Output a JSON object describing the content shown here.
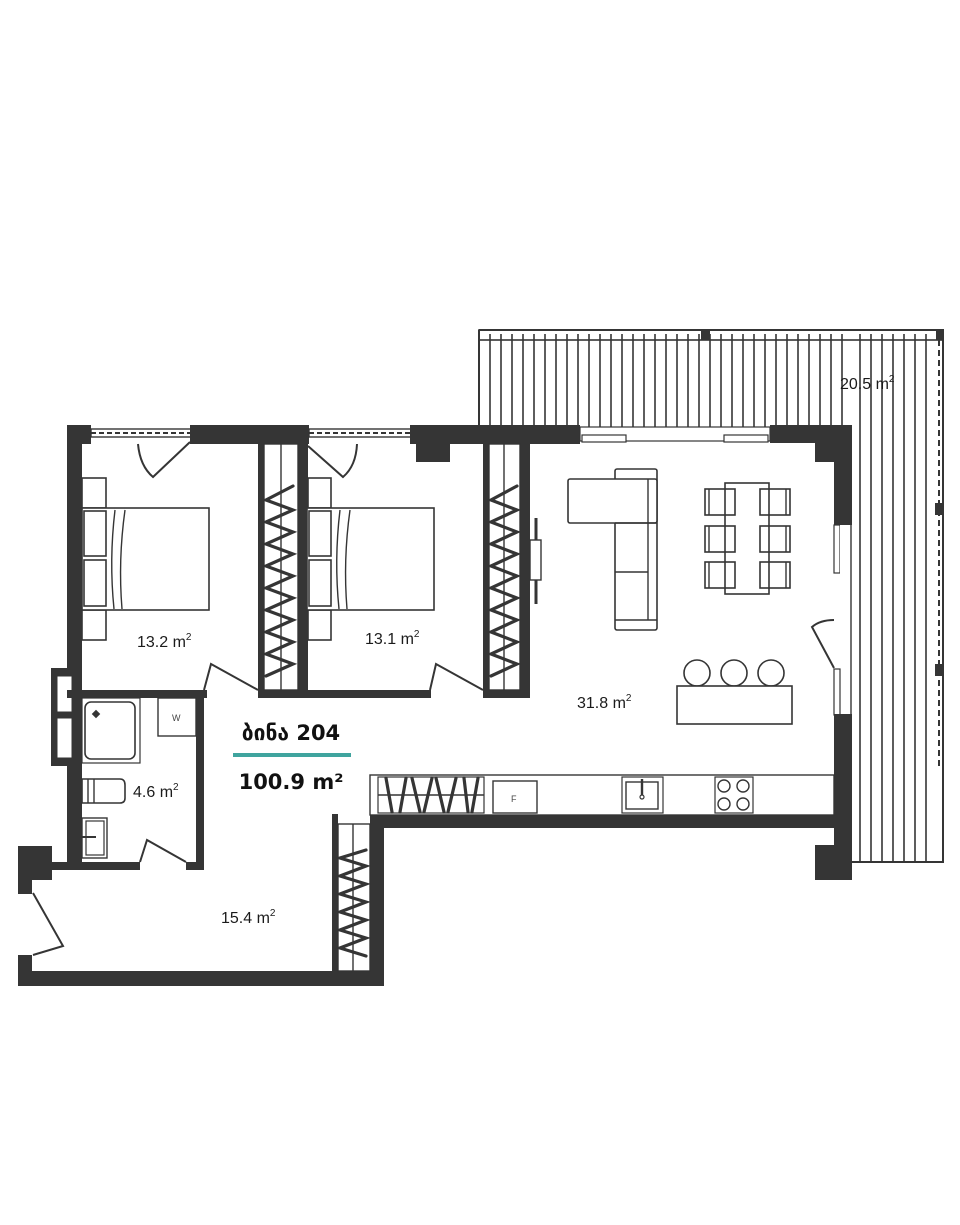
{
  "plan": {
    "title": "ბინა 204",
    "total_area": "100.9 m²",
    "accent_color": "#3fa49e",
    "wall_color": "#353535"
  },
  "rooms": [
    {
      "id": "bedroom-1",
      "area": "13.2 m",
      "sup": "2"
    },
    {
      "id": "bedroom-2",
      "area": "13.1 m",
      "sup": "2"
    },
    {
      "id": "living-kitchen",
      "area": "31.8 m",
      "sup": "2"
    },
    {
      "id": "terrace",
      "area": "20.5 m",
      "sup": "2"
    },
    {
      "id": "bathroom",
      "area": "4.6 m",
      "sup": "2"
    },
    {
      "id": "hallway",
      "area": "15.4 m",
      "sup": "2"
    }
  ],
  "fixtures": {
    "washer_label": "W",
    "fridge_label": "F"
  }
}
